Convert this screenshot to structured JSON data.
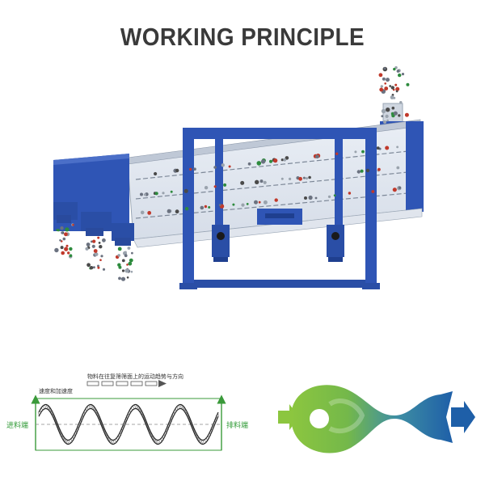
{
  "title": "WORKING PRINCIPLE",
  "wave_diagram": {
    "top_label": "物料在往复筛筛面上的运动趋势与方向",
    "left_label": "速度和加速度",
    "feed_end": "进料端",
    "discharge_end": "排料端"
  },
  "colors": {
    "machine_blue": "#2f55b5",
    "flow_green": "#8cc63f",
    "flow_blue": "#1e5fa8"
  }
}
